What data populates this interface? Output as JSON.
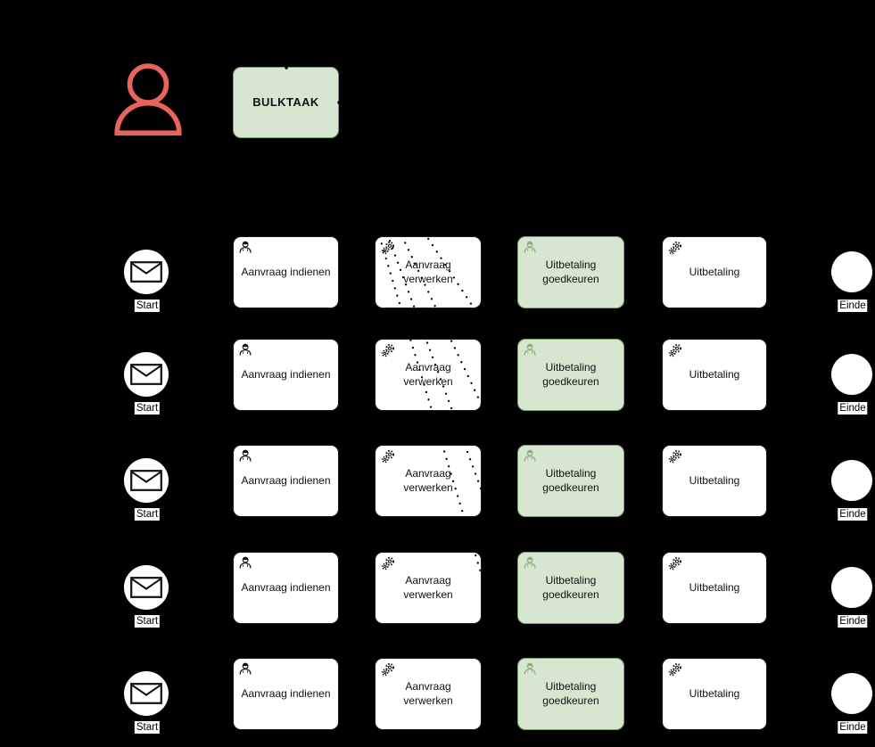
{
  "colors": {
    "background": "#000000",
    "person_red": "#E8645C",
    "task_fill": "#FFFFFF",
    "task_border": "#1A1A1A",
    "green_fill": "#D7E6D0",
    "green_border": "#78A369",
    "green_icon": "#8BAE7D",
    "text": "#111111",
    "label_chip_bg": "#FFFFFF"
  },
  "bulk": {
    "label": "BULKTAAK"
  },
  "icons": {
    "person_actor": "red outlined person silhouette",
    "user_task": "person bust icon",
    "service_task": "double gear icon",
    "start_event": "envelope icon",
    "end_event": "solid white circle"
  },
  "rows": [
    {
      "start_label": "Start",
      "submit_task": "Aanvraag indienen",
      "process_task": "Aanvraag verwerken",
      "approve_task": "Uitbetaling goedkeuren",
      "payout_task": "Uitbetaling",
      "end_label": "Einde"
    },
    {
      "start_label": "Start",
      "submit_task": "Aanvraag indienen",
      "process_task": "Aanvraag verwerken",
      "approve_task": "Uitbetaling goedkeuren",
      "payout_task": "Uitbetaling",
      "end_label": "Einde"
    },
    {
      "start_label": "Start",
      "submit_task": "Aanvraag indienen",
      "process_task": "Aanvraag verwerken",
      "approve_task": "Uitbetaling goedkeuren",
      "payout_task": "Uitbetaling",
      "end_label": "Einde"
    },
    {
      "start_label": "Start",
      "submit_task": "Aanvraag indienen",
      "process_task": "Aanvraag verwerken",
      "approve_task": "Uitbetaling goedkeuren",
      "payout_task": "Uitbetaling",
      "end_label": "Einde"
    },
    {
      "start_label": "Start",
      "submit_task": "Aanvraag indienen",
      "process_task": "Aanvraag verwerken",
      "approve_task": "Uitbetaling goedkeuren",
      "payout_task": "Uitbetaling",
      "end_label": "Einde"
    }
  ]
}
